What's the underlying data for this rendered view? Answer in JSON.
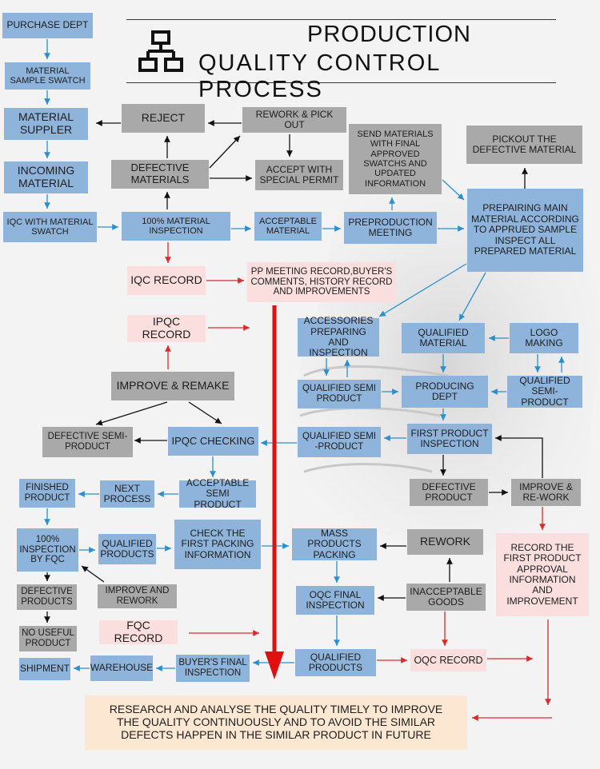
{
  "header": {
    "title_line1": "PRODUCTION",
    "title_line2": "QUALITY  CONTROL  PROCESS"
  },
  "nodes": {
    "purchase_dept": "PURCHASE DEPT",
    "material_sample_swatch": "MATERIAL SAMPLE SWATCH",
    "material_suppler": "MATERIAL SUPPLER",
    "incoming_material": "INCOMING MATERIAL",
    "iqc_with_swatch": "IQC WITH MATERIAL  SWATCH",
    "reject": "REJECT",
    "rework_pick_out": "REWORK & PICK OUT",
    "defective_materials": "DEFECTIVE MATERIALS",
    "accept_special_permit": "ACCEPT WITH SPECIAL PERMIT",
    "send_materials": "SEND MATERIALS WITH FINAL APPROVED SWATCHS AND  UPDATED INFORMATION",
    "pickout_defective": "PICKOUT THE DEFECTIVE MATERIAL",
    "material_inspection_100": "100% MATERIAL INSPECTION",
    "acceptable_material": "ACCEPTABLE MATERIAL",
    "preproduction_meeting": "PREPRODUCTION MEETING",
    "prepairing_main": "PREPAIRING MAIN MATERIAL ACCORDING TO  APPRUED SAMPLE INSPECT ALL PREPARED MATERIAL",
    "iqc_record": "IQC RECORD",
    "pp_meeting_record": "PP MEETING RECORD,BUYER'S COMMENTS, HISTORY RECORD AND IMPROVEMENTS",
    "ipqc_record": "IPQC RECORD",
    "accessories_preparing": "ACCESSORIES PREPARING AND INSPECTION",
    "qualified_material": "QUALIFIED MATERIAL",
    "logo_making": "LOGO MAKING",
    "improve_remake": "IMPROVE & REMAKE",
    "qualified_semi_product_1": "QUALIFIED SEMI PRODUCT",
    "producing_dept": "PRODUCING DEPT",
    "qualified_semi_product_2": "QUALIFIED SEMI-PRODUCT",
    "defective_semi_product": "DEFECTIVE SEMI-PRODUCT",
    "ipqc_checking": "IPQC CHECKING",
    "qualified_semi_product_3": "QUALIFIED SEMI -PRODUCT",
    "first_product_inspection": "FIRST PRODUCT INSPECTION",
    "finished_product": "FINISHED PRODUCT",
    "next_process": "NEXT PROCESS",
    "acceptable_semi_product": "ACCEPTABLE SEMI PRODUCT",
    "defective_product": "DEFECTIVE PRODUCT",
    "improve_rework_1": "IMPROVE & RE-WORK",
    "inspection_by_fqc": "100% INSPECTION BY FQC",
    "qualified_products_1": "QUALIFIED PRODUCTS",
    "check_first_packing": "CHECK THE FIRST PACKING INFORMATION",
    "mass_products_packing": "MASS PRODUCTS PACKING",
    "rework": "REWORK",
    "record_first_product": "RECORD THE FIRST PRODUCT APPROVAL INFORMATION AND IMPROVEMENT",
    "defective_products": "DEFECTIVE PRODUCTS",
    "improve_and_rework": "IMPROVE AND REWORK",
    "oqc_final_inspection": "OQC FINAL INSPECTION",
    "inacceptable_goods": "INACCEPTABLE GOODS",
    "no_useful_product": "NO USEFUL PRODUCT",
    "fqc_record": "FQC RECORD",
    "qualified_products_2": "QUALIFIED PRODUCTS",
    "oqc_record": "OQC  RECORD",
    "shipment": "SHIPMENT",
    "warehouse": "WAREHOUSE",
    "buyers_final_inspection": "BUYER'S FINAL INSPECTION",
    "research_analyse": "RESEARCH AND ANALYSE THE QUALITY  TIMELY TO IMPROVE  THE QUALITY  CONTINUOUSLY AND TO AVOID THE SIMILAR DEFECTS HAPPEN  IN  THE  SIMILAR PRODUCT IN  FUTURE"
  },
  "colors": {
    "process_box": "#8fb4db",
    "decision_box": "#a9a9a9",
    "record_box": "#fbdede",
    "summary_box": "#fbe7d2",
    "flow_arrow": "#2a8fd0",
    "record_arrow": "#d92b2b",
    "main_arrow": "#e01010",
    "neutral_arrow": "#111111"
  }
}
